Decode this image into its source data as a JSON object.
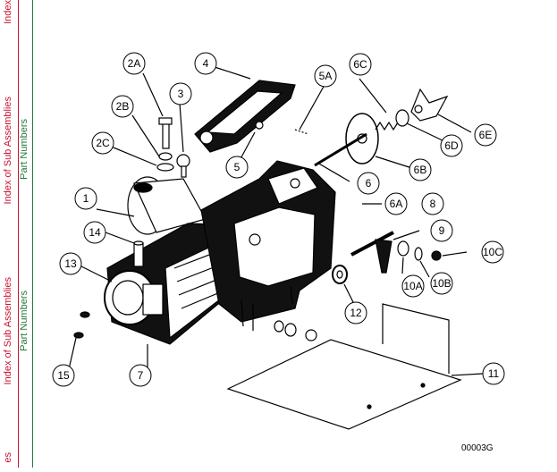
{
  "sidebar": {
    "top_index": "Index",
    "index_sub_1": "Index of Sub Assemblies",
    "part_numbers_1": "Part Numbers",
    "index_sub_2": "Index of Sub Assemblies",
    "part_numbers_2": "Part Numbers",
    "bottom_index": "es"
  },
  "diagram": {
    "callouts": [
      "2A",
      "4",
      "5A",
      "6C",
      "2B",
      "3",
      "2C",
      "5",
      "6",
      "6A",
      "6B",
      "6D",
      "6E",
      "1",
      "14",
      "13",
      "8",
      "9",
      "10C",
      "10A",
      "10B",
      "12",
      "7",
      "15",
      "11"
    ],
    "figure_code": "00003G"
  },
  "colors": {
    "accent_red": "#c8102e",
    "accent_green": "#1f7a3a",
    "line": "#000000"
  }
}
